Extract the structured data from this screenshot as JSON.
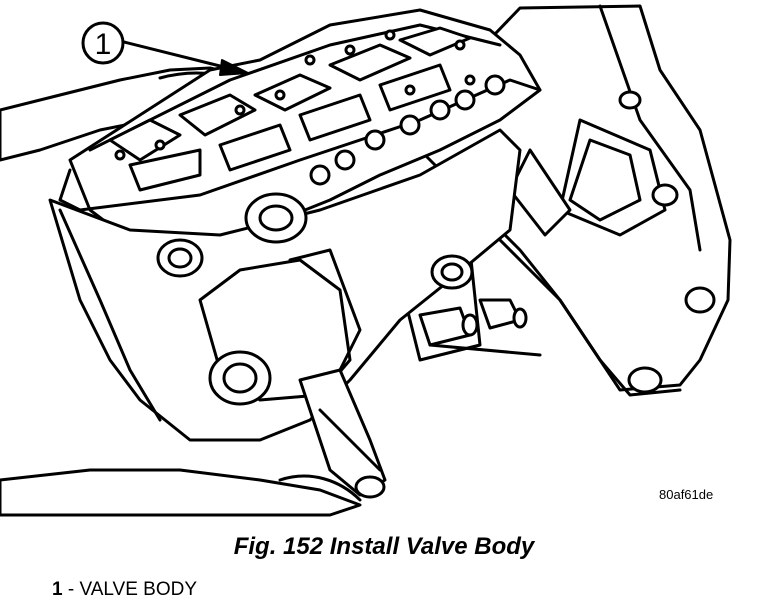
{
  "figure": {
    "callout_number": "1",
    "image_code": "80af61de",
    "caption": "Fig. 152 Install Valve Body"
  },
  "legend": {
    "items": [
      {
        "number": "1",
        "separator": " - ",
        "label": "VALVE BODY"
      }
    ]
  }
}
